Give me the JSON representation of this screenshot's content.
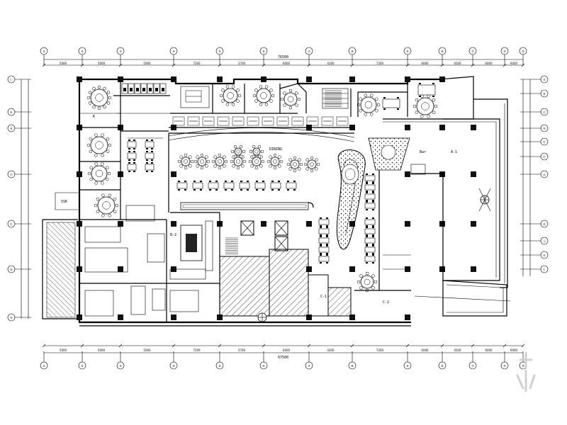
{
  "axes_top": [
    "①",
    "②",
    "③",
    "④",
    "⑤",
    "⑥",
    "⑦",
    "⑧",
    "⑨",
    "⑩",
    "⑪",
    "⑫",
    "⑬"
  ],
  "axes_right": [
    "Ⓐ",
    "Ⓑ",
    "Ⓒ",
    "Ⓓ",
    "Ⓔ",
    "Ⓕ",
    "Ⓖ",
    "Ⓗ",
    "Ⓙ",
    "Ⓚ",
    "Ⓛ"
  ],
  "axes_left": [
    "Ⓛ",
    "Ⓚ",
    "Ⓗ",
    "Ⓕ",
    "Ⓔ",
    "Ⓓ",
    "Ⓐ"
  ],
  "dimensions": {
    "top_total": "76500",
    "bottom_total": "67500",
    "segments": [
      "5000",
      "5000",
      "5000",
      "7200",
      "3700",
      "6000",
      "4200",
      "7200",
      "6000",
      "4500",
      "6000",
      "6000"
    ]
  },
  "room_labels": {
    "k": "K",
    "dining": "DINING",
    "bar": "Bar",
    "a1": "A-1",
    "ssk": "SSK",
    "b2": "B-2",
    "c1": "C-1",
    "c2": "C-2"
  },
  "colors": {
    "line": "#000000",
    "paper": "#ffffff",
    "hatch": "#000000",
    "watermark": "#d0d0d0"
  }
}
